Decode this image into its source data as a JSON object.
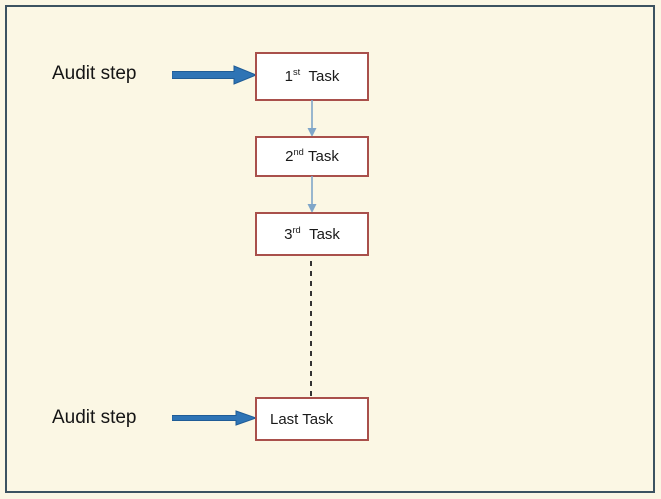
{
  "canvas": {
    "background_color": "#FBF7E4",
    "frame_color": "#3C5360",
    "box_border_color": "#A9504B",
    "box_fill_color": "#FFFFFF",
    "arrow_color": "#2E74B5",
    "connector_color": "#7FA6C9",
    "dashed_line_color": "#333333",
    "text_color": "#151515"
  },
  "labels": {
    "audit_step_top": "Audit step",
    "audit_step_bottom": "Audit step"
  },
  "tasks": [
    {
      "ordinal": "1",
      "suffix": "st",
      "word": "Task",
      "full": "1st  Task",
      "align": "center"
    },
    {
      "ordinal": "2",
      "suffix": "nd",
      "word": "Task",
      "full": "2nd Task",
      "align": "center"
    },
    {
      "ordinal": "3",
      "suffix": "rd",
      "word": "Task",
      "full": "3rd  Task",
      "align": "center"
    },
    {
      "ordinal": "",
      "suffix": "",
      "word": "Last Task",
      "full": "Last Task",
      "align": "left"
    }
  ],
  "icons": {
    "audit_arrow": "right-arrow-icon",
    "flow_connector": "down-arrow-icon",
    "continuation": "vertical-dashed-line-icon"
  }
}
